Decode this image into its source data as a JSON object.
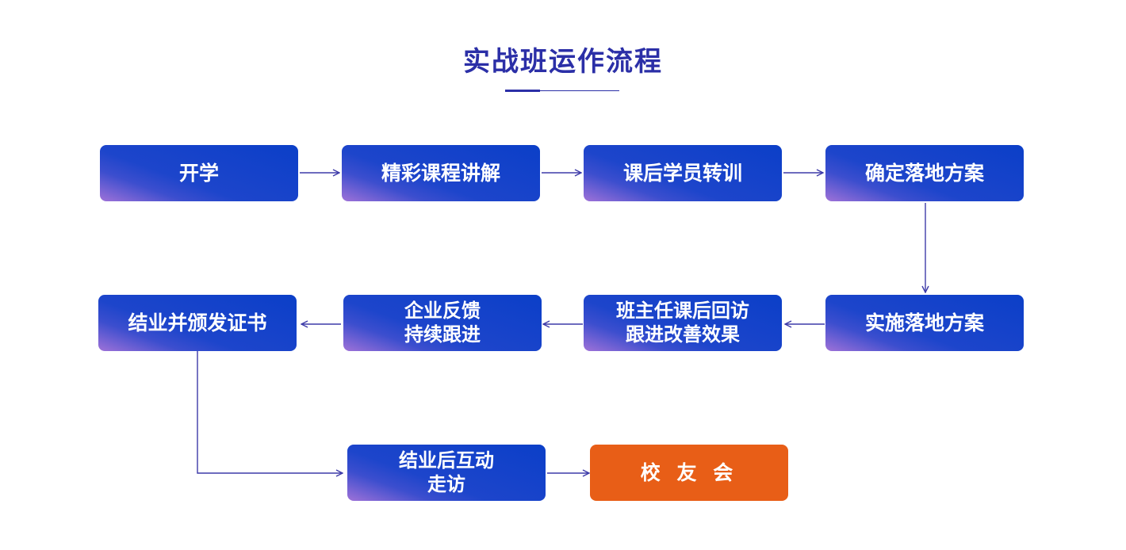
{
  "title": "实战班运作流程",
  "colors": {
    "title": "#2b2fa7",
    "box_blue": "#0b3fc8",
    "box_purple_accent": "#9f72d8",
    "box_orange": "#e85e17",
    "connector": "#3d3aa8"
  },
  "steps": [
    {
      "label": "开学"
    },
    {
      "label": "精彩课程讲解"
    },
    {
      "label": "课后学员转训"
    },
    {
      "label": "确定落地方案"
    },
    {
      "label": "实施落地方案"
    },
    {
      "label": "班主任课后回访\n跟进改善效果"
    },
    {
      "label": "企业反馈\n持续跟进"
    },
    {
      "label": "结业并颁发证书"
    },
    {
      "label": "结业后互动\n走访"
    },
    {
      "label": "校 友 会"
    }
  ]
}
